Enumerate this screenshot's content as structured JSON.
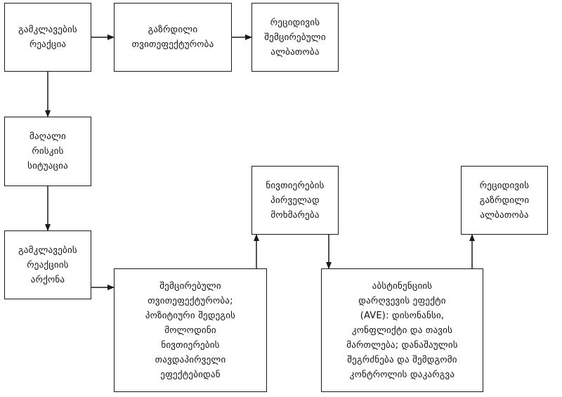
{
  "diagram": {
    "boxes": [
      {
        "id": "reaction-ability",
        "label": "გამკლავების\nრეაქცია"
      },
      {
        "id": "increased-self-efficacy",
        "label": "გაზრდილი\nთვითეფექტურობა"
      },
      {
        "id": "reduced-relapse-probability",
        "label": "რეციდივის\nშემცირებული\nალბათობა"
      },
      {
        "id": "high-risk-situation",
        "label": "მაღალი\nრისკის\nსიტუაცია"
      },
      {
        "id": "no-coping-response",
        "label": "გამკლავების\nრეაქციის\nარქონა"
      },
      {
        "id": "decreased-self-efficacy",
        "label": "შემცირებული\nთვითეფექტურობა;\nპოზიტიური შედეგის\nმოლოდინი\nნივთიერების\nთავდაპირველი\nეფექტებიდან"
      },
      {
        "id": "initial-substance-use",
        "label": "ნივთიერების\nპირველად\nმოხმარება"
      },
      {
        "id": "abstinence-violation-effect",
        "label": "აბსტინენციის\nდარღვევის ეფექტი\n(AVE): დისონანსი,\nკონფლიქტი და თავის\nმართლება; დანაშაულის\nშეგრძნება და შემდგომი\nკონტროლის დაკარგვა"
      },
      {
        "id": "increased-relapse-probability",
        "label": "რეციდივის\nგაზრდილი\nალბათობა"
      }
    ],
    "colors": {
      "line": "#1a1a1a",
      "border": "#1a1a1a",
      "text": "#111111",
      "background": "#ffffff"
    }
  }
}
